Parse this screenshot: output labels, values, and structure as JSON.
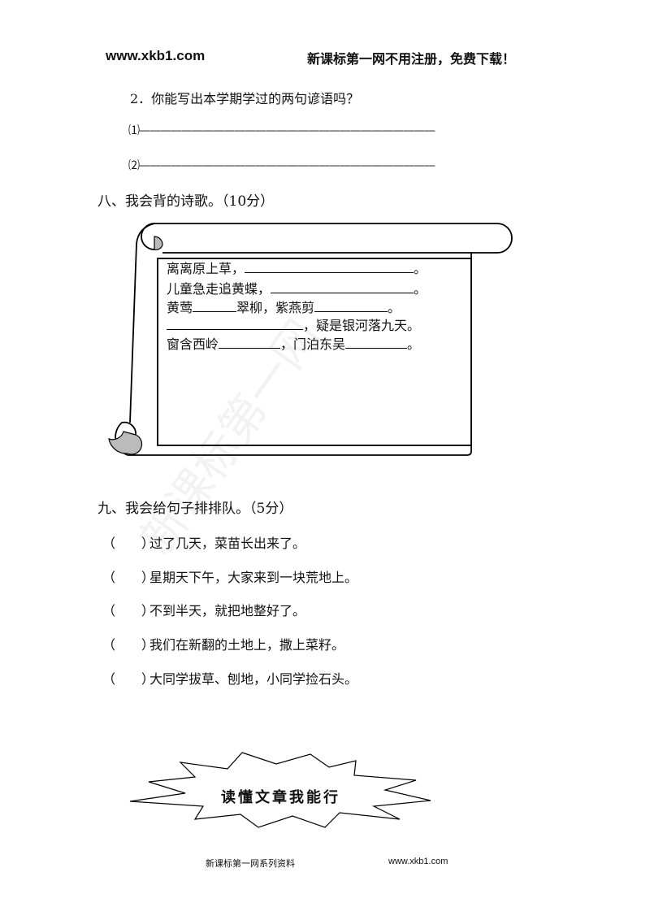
{
  "header": {
    "site": "www.xkb1.com",
    "slogan": "新课标第一网不用注册，免费下载！"
  },
  "question2": {
    "prompt": "2．你能写出本学期学过的两句谚语吗？",
    "line1": "⑴————————————————————————————",
    "line2": "⑵————————————————————————————"
  },
  "section8": {
    "title": "八、我会背的诗歌。（10分）",
    "poem": {
      "l1a": "离离原上草，",
      "l1end": "。",
      "l2a": "儿童急走追黄蝶，",
      "l2end": "。",
      "l3a": "黄莺",
      "l3b": "翠柳，紫燕剪",
      "l3end": "。",
      "l4b": "，疑是银河落九天。",
      "l5a": "窗含西岭",
      "l5b": "，门泊东吴",
      "l5end": "。"
    }
  },
  "section9": {
    "title": "九、我会给句子排排队。（5分）",
    "paren": "（　　）",
    "items": [
      "过了几天，菜苗长出来了。",
      "星期天下午，大家来到一块荒地上。",
      "不到半天，就把地整好了。",
      "我们在新翻的土地上，撒上菜籽。",
      "大同学拔草、刨地，小同学捡石头。"
    ]
  },
  "banner": {
    "title": "读懂文章我能行"
  },
  "watermark": "新课标第一网",
  "footer": {
    "left": "新课标第一网系列资料",
    "right": "www.xkb1.com"
  }
}
